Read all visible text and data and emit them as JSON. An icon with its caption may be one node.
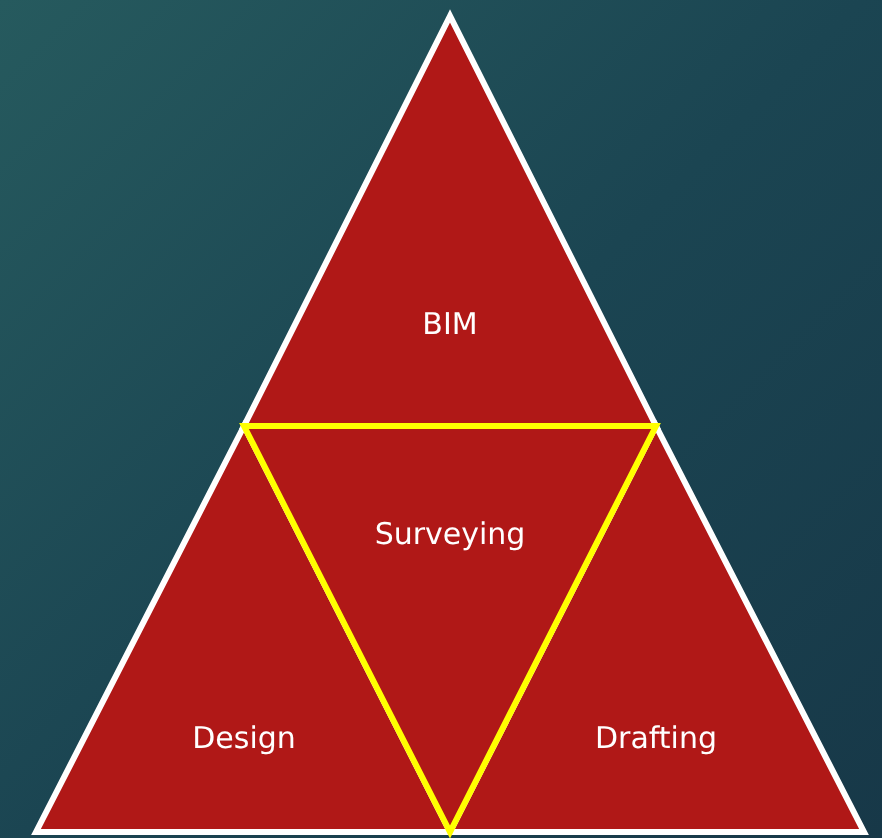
{
  "diagram": {
    "nodes": [
      {
        "text": [
          "BIM"
        ]
      },
      {
        "text": [
          "Surveying"
        ]
      },
      {
        "text": [
          "Design"
        ]
      },
      {
        "text": [
          "Drafting"
        ]
      }
    ]
  }
}
